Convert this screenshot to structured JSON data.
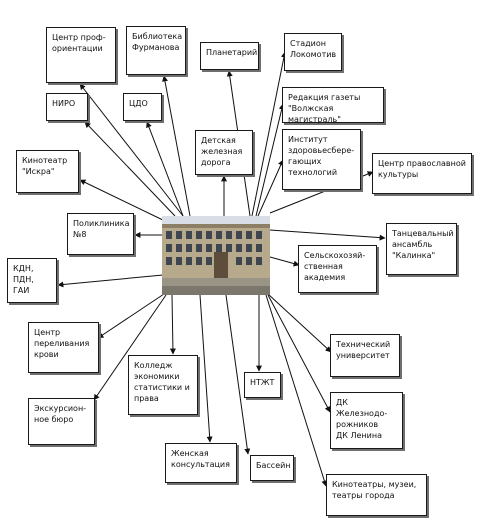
{
  "center": {
    "name": "school-building-photo"
  },
  "nodes": [
    {
      "id": "career",
      "label": "Центр проф-\nориентации"
    },
    {
      "id": "library",
      "label": "Библиотека\nФурманова"
    },
    {
      "id": "planetarium",
      "label": "Планетарий"
    },
    {
      "id": "stadium",
      "label": "Стадион\nЛокомотив"
    },
    {
      "id": "niro",
      "label": "НИРО"
    },
    {
      "id": "cdo",
      "label": "ЦДО"
    },
    {
      "id": "newspaper",
      "label": "Редакция газеты\n\"Волжская магистраль\""
    },
    {
      "id": "railway",
      "label": "Детская\nжелезная\nдорога"
    },
    {
      "id": "health",
      "label": "Институт\nздоровьесбере-\nгающих\nтехнологий"
    },
    {
      "id": "cinema",
      "label": "Кинотеатр\n\"Искра\""
    },
    {
      "id": "orthodox",
      "label": "Центр православной\nкультуры"
    },
    {
      "id": "clinic",
      "label": "Поликлиника\n№8"
    },
    {
      "id": "dance",
      "label": "Танцевальный\nансамбль\n\"Калинка\""
    },
    {
      "id": "kdn",
      "label": "КДН,\nПДН, ГАИ"
    },
    {
      "id": "agro",
      "label": "Сельскохозяй-\nственная\nакадемия"
    },
    {
      "id": "blood",
      "label": "Центр\nпереливания\nкрови"
    },
    {
      "id": "tech-univ",
      "label": "Технический\nуниверситет"
    },
    {
      "id": "economics",
      "label": "Колледж\nэкономики\nстатистики и\nправа"
    },
    {
      "id": "ntzht",
      "label": "НТЖТ"
    },
    {
      "id": "excursion",
      "label": "Экскурсион-\nное бюро"
    },
    {
      "id": "dk-rail",
      "label": "ДК\nЖелезнодо-\nрожников\nДК Ленина"
    },
    {
      "id": "women",
      "label": "Женская\nконсультация"
    },
    {
      "id": "pool",
      "label": "Бассейн"
    },
    {
      "id": "culture",
      "label": "Кинотеатры, музеи,\nтеатры города"
    }
  ]
}
